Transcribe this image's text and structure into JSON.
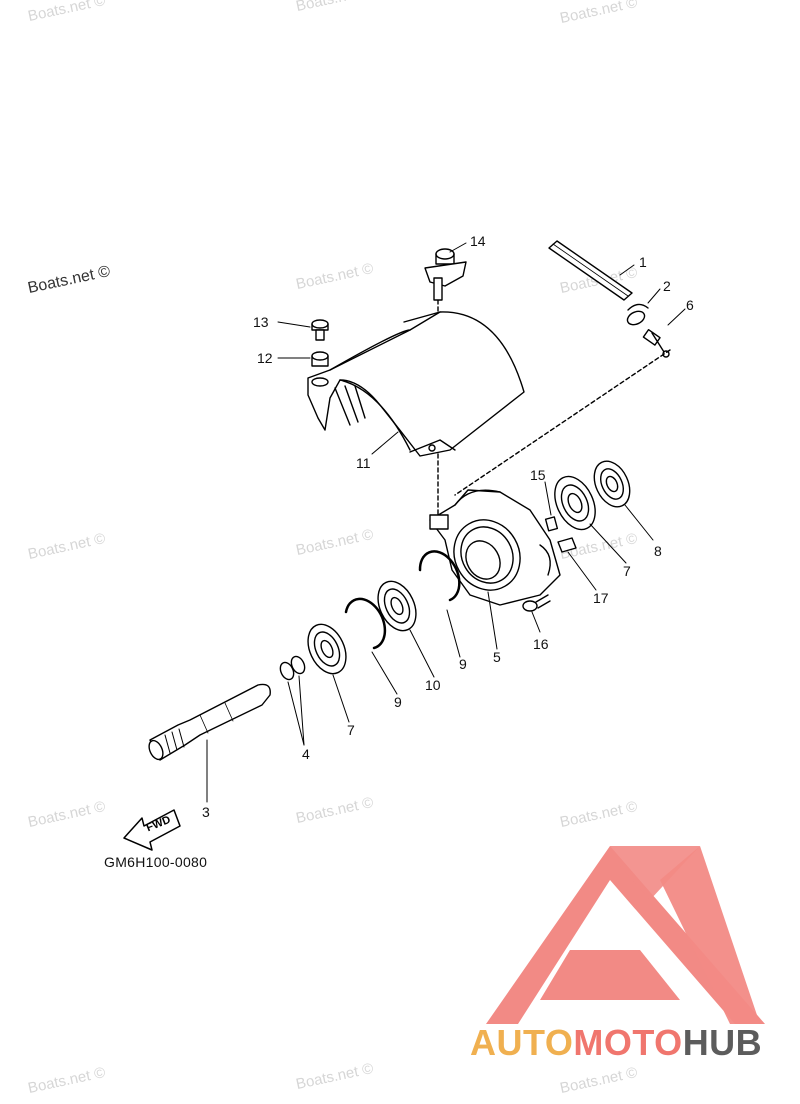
{
  "watermarks": {
    "light": "Boats.net ©",
    "dark": "Boats.net ©"
  },
  "callouts": {
    "p1": "1",
    "p2": "2",
    "p3": "3",
    "p4": "4",
    "p5": "5",
    "p6": "6",
    "p7a": "7",
    "p7b": "7",
    "p8": "8",
    "p9a": "9",
    "p9b": "9",
    "p10": "10",
    "p11": "11",
    "p12": "12",
    "p13": "13",
    "p14": "14",
    "p15": "15",
    "p16": "16",
    "p17": "17"
  },
  "fwd_label": "FWD",
  "diagram_code": "GM6H100-0080",
  "logo": {
    "part1": "AUTO",
    "part2": "MOTO",
    "part3": "HUB",
    "colors": {
      "triangle": "#f28a85",
      "auto": "#f0b050",
      "moto": "#f0766e",
      "hub": "#5c5c5c"
    }
  }
}
